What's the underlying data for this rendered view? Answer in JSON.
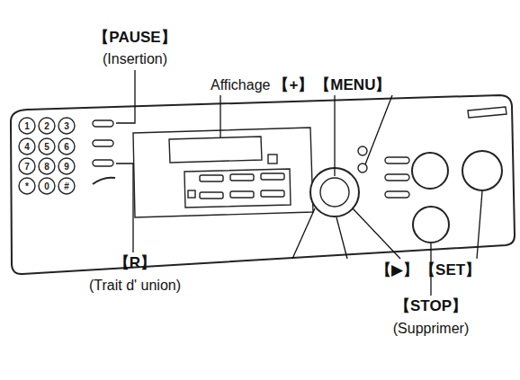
{
  "diagram": {
    "labels": [
      "【PAUSE】",
      "(Insertion)",
      "Affichage",
      "【+】",
      "【MENU】",
      "【R】",
      "(Trait d' union)",
      "【▶】",
      "【SET】",
      "【STOP】",
      "(Supprimer)",
      "1",
      "2",
      "3",
      "4",
      "5",
      "6",
      "7",
      "8",
      "9",
      "*",
      "0",
      "#"
    ]
  }
}
